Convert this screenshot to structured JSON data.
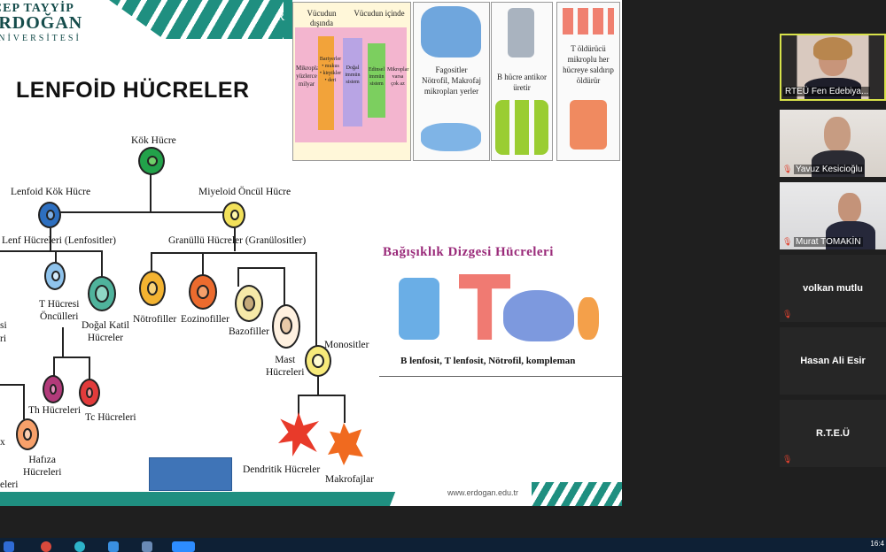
{
  "slide": {
    "logo": {
      "line1": "CEP TAYYİP",
      "line2": "ERDOĞAN",
      "line3": "ÜNİVERSİTESİ"
    },
    "title": "LENFOİD HÜCRELER",
    "footer_url": "www.erdogan.edu.tr",
    "tree": {
      "kok_hucre": "Kök Hücre",
      "lenfoid_kok_hucre": "Lenfoid Kök Hücre",
      "miyeloid_oncul_hucre": "Miyeloid Öncül Hücre",
      "lenf_hucreleri": "Lenf Hücreleri (Lenfositler)",
      "granullu_hucreler": "Granüllü Hücreler (Granülositler)",
      "t_hucresi_oncülleri": "T Hücresi\nÖncülleri",
      "dogal_katil": "Doğal Katil\nHücreler",
      "notrofiller": "Nötrofiller",
      "eozinofiller": "Eozinofiller",
      "bazofiller": "Bazofiller",
      "mast": "Mast\nHücreleri",
      "monositler": "Monositler",
      "th_hucreleri": "Th Hücreleri",
      "tc_hucreleri": "Tc Hücreleri",
      "hafiza": "Hafıza\nHücreleri",
      "dendritik": "Dendritik Hücreler",
      "makrofajlar": "Makrofajlar",
      "left_cut_1": "si",
      "left_cut_2": "ri",
      "left_cut_3": "x",
      "left_cut_4": "eleri"
    },
    "immune_panel": {
      "top_label_left": "Vücudun dışında",
      "top_label_right": "Vücudun içinde",
      "left_text": "Mikropları\nyüzlerce\nmilyar",
      "barrier": "Bariyerler\n• mukus\n• kirpikler\n• deri",
      "innate": "Doğal\nimmün\nsistem",
      "adaptive": "Edinsel\nimmün\nsistem",
      "right_text": "Mikroplar\nvarsa\nçok az"
    },
    "cartoon_panels": [
      {
        "text": "Fagositler\nNötrofil, Makrofaj\nmikropları yerler"
      },
      {
        "text": "B hücre antikor\nüretir"
      },
      {
        "text": "T öldürücü\nmikroplu her\nhücreye saldırıp\nöldürür"
      }
    ],
    "bagisiklik_title": "Bağışıklık Dizgesi Hücreleri",
    "bagisiklik_caption": "B lenfosit, T lenfosit, Nötrofil, kompleman"
  },
  "participants": [
    {
      "name": "RTEÜ Fen Edebiya...",
      "type": "video",
      "active": true
    },
    {
      "name": "Yavuz Kesicioğlu",
      "type": "video",
      "muted": true
    },
    {
      "name": "Murat TOMAKİN",
      "type": "video",
      "muted": true
    },
    {
      "name": "volkan mutlu",
      "type": "audio",
      "muted": true
    },
    {
      "name": "Hasan Ali Esir",
      "type": "audio",
      "muted": false
    },
    {
      "name": "R.T.E.Ü",
      "type": "audio",
      "muted": true
    }
  ],
  "taskbar": {
    "clock": "16:4"
  },
  "colors": {
    "accent_teal": "#1f8f80",
    "active_border": "#d8e24a",
    "taskbar": "#0e2035"
  }
}
